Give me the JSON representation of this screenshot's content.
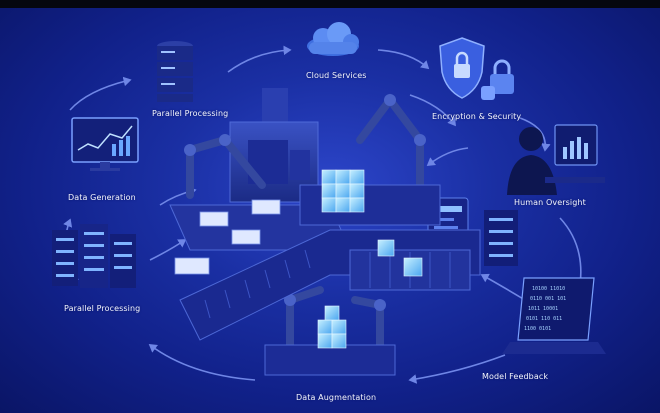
{
  "labels": {
    "cloud_services": "Cloud Services",
    "parallel_processing_top": "Parallel Processing",
    "encryption_security": "Encryption & Security",
    "data_generation": "Data Generation",
    "human_oversight": "Human Oversight",
    "parallel_processing_bottom": "Parallel Processing",
    "model_feedback": "Model Feedback",
    "data_augmentation": "Data Augmentation"
  },
  "colors": {
    "background": "#1a2fa3",
    "accent_cube": "#7fd2ff",
    "machine_body": "#263a9e",
    "label_text": "#f4f6ff"
  },
  "icons": [
    "cloud-icon",
    "server-stack-icon",
    "shield-lock-icon",
    "padlock-icon",
    "monitor-chart-icon",
    "person-desktop-icon",
    "server-rack-icon",
    "laptop-code-icon",
    "robot-arm-icon",
    "conveyor-belt-icon",
    "data-cube-icon"
  ]
}
